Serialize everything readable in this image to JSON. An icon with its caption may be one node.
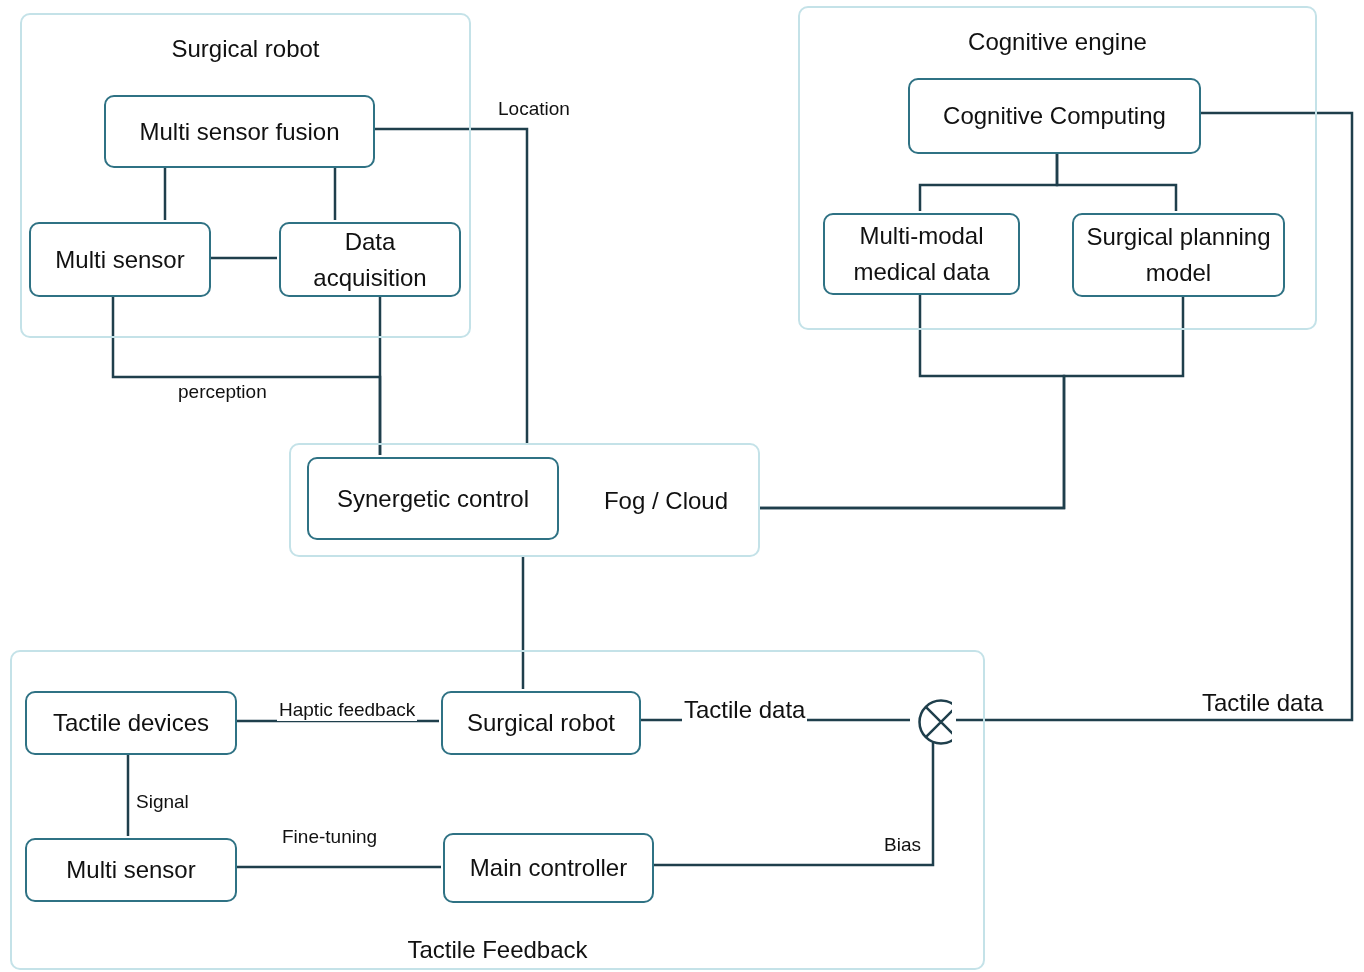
{
  "diagram": {
    "nodes": [
      {
        "text": [
          "Surgical robot"
        ]
      },
      {
        "text": [
          "Multi sensor fusion"
        ],
        "in": 0
      },
      {
        "text": [
          "Multi sensor"
        ],
        "in": 0
      },
      {
        "text": [
          "Data acquisition"
        ],
        "in": 0
      },
      {
        "text": [
          "Cognitive engine"
        ]
      },
      {
        "text": [
          "Cognitive Computing"
        ],
        "in": 4
      },
      {
        "text": [
          "Multi-modal medical data"
        ],
        "in": 4
      },
      {
        "text": [
          "Surgical planning model"
        ],
        "in": 4
      },
      {
        "text": [
          "Fog / Cloud"
        ]
      },
      {
        "text": [
          "Synergetic control"
        ],
        "in": 8
      },
      {
        "text": [
          "Tactile Feedback"
        ]
      },
      {
        "text": [
          "Tactile devices"
        ],
        "in": 10
      },
      {
        "text": [
          "Surgical robot"
        ],
        "in": 10
      },
      {
        "text": [],
        "shape": "circle",
        "in": 10
      },
      {
        "text": [
          "Multi sensor"
        ],
        "in": 10
      },
      {
        "text": [
          "Main controller"
        ],
        "in": 10
      }
    ],
    "edges": [
      {
        "from": 1,
        "to": 2,
        "arrow": "none"
      },
      {
        "from": 1,
        "to": 3,
        "arrow": "none"
      },
      {
        "from": 2,
        "to": 3,
        "arrow": "none"
      },
      {
        "from": 2,
        "to": 9,
        "arrow": "none",
        "label": "perception"
      },
      {
        "from": 3,
        "to": 9,
        "arrow": "none"
      },
      {
        "from": 1,
        "to": 8,
        "arrow": "none",
        "label": "Location"
      },
      {
        "from": 5,
        "to": 6,
        "arrow": "none"
      },
      {
        "from": 5,
        "to": 7,
        "arrow": "none"
      },
      {
        "from": 6,
        "to": 8,
        "arrow": "none"
      },
      {
        "from": 7,
        "to": 8,
        "arrow": "none"
      },
      {
        "from": 8,
        "to": 12,
        "arrow": "none"
      },
      {
        "from": 11,
        "to": 12,
        "arrow": "none",
        "label": "Haptic feedback"
      },
      {
        "from": 12,
        "to": 13,
        "arrow": "none",
        "label": "Tactile data"
      },
      {
        "from": 5,
        "to": 13,
        "arrow": "none",
        "label": "Tactile data"
      },
      {
        "from": 11,
        "to": 14,
        "arrow": "none",
        "label": "Signal"
      },
      {
        "from": 14,
        "to": 15,
        "arrow": "none",
        "label": "Fine-tuning"
      },
      {
        "from": 15,
        "to": 13,
        "arrow": "none",
        "label": "Bias"
      }
    ]
  }
}
